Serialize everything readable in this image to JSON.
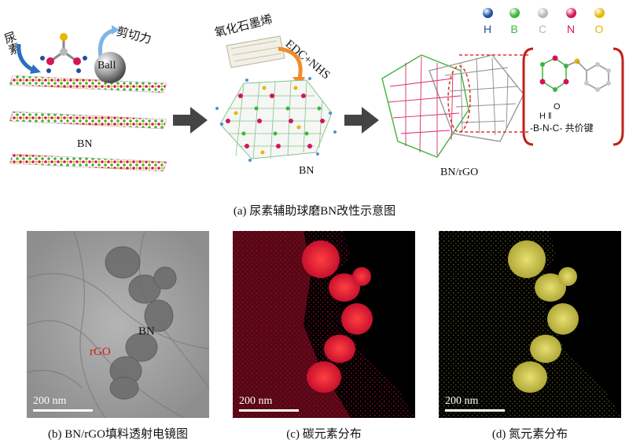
{
  "panel_a": {
    "urea_label": "尿素",
    "shear_label": "剪切力",
    "ball_label": "Ball",
    "bn_left_label": "BN",
    "go_label": "氧化石墨烯",
    "edc_label": "EDC+NHS",
    "bn_mid_label": "BN",
    "bn_rgo_label": "BN/rGO",
    "bond_formula": "-B-N-C-",
    "bond_label": "共价键",
    "caption": "(a) 尿素辅助球磨BN改性示意图",
    "legend": [
      {
        "symbol": "H",
        "color": "#1f4fa0"
      },
      {
        "symbol": "B",
        "color": "#3cb43c"
      },
      {
        "symbol": "C",
        "color": "#b8b8b8"
      },
      {
        "symbol": "N",
        "color": "#d4145a"
      },
      {
        "symbol": "O",
        "color": "#e6b800"
      }
    ]
  },
  "panel_b": {
    "bn_label": "BN",
    "rgo_label": "rGO",
    "scale": "200 nm",
    "caption": "(b) BN/rGO填料透射电镜图"
  },
  "panel_c": {
    "scale": "200 nm",
    "caption": "(c) 碳元素分布"
  },
  "panel_d": {
    "scale": "200 nm",
    "caption": "(d) 氮元素分布"
  }
}
